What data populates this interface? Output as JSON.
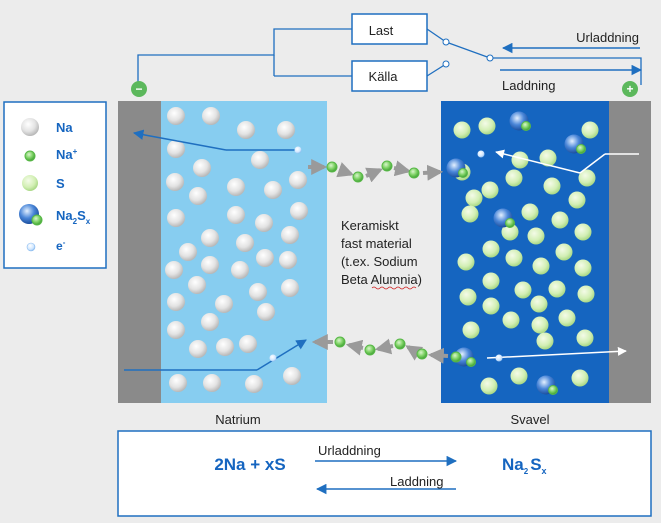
{
  "circuit": {
    "load_label": "Last",
    "source_label": "Källa",
    "discharge_label": "Urladdning",
    "charge_label": "Laddning",
    "negative_terminal": "−",
    "positive_terminal": "+"
  },
  "legend": {
    "items": [
      {
        "key": "na",
        "label": "Na"
      },
      {
        "key": "na_ion",
        "label": "Na",
        "sup": "+"
      },
      {
        "key": "s",
        "label": "S"
      },
      {
        "key": "na2sx",
        "label": "Na",
        "sub1": "2",
        "mid": "S",
        "sub2": "x"
      },
      {
        "key": "electron",
        "label": "e",
        "sup": "-"
      }
    ]
  },
  "electrolyte": {
    "lines": [
      "Keramiskt",
      "fast material",
      "(t.ex. Sodium",
      "Beta Alumnia)"
    ]
  },
  "compartments": {
    "left_label": "Natrium",
    "right_label": "Svavel"
  },
  "reaction": {
    "reactants": "2Na + xS",
    "forward_label": "Urladdning",
    "reverse_label": "Laddning",
    "product_main": "Na",
    "product_sub1": "2",
    "product_s": "S",
    "product_sub2": "x"
  },
  "colors": {
    "sodium_fill": "#87cdf0",
    "sulfur_fill": "#1565c0",
    "electrode": "#8a8a8a",
    "arrow_blue": "#1f6fc0",
    "ion_green": "#58b848",
    "terminal_green": "#5cb85c"
  }
}
